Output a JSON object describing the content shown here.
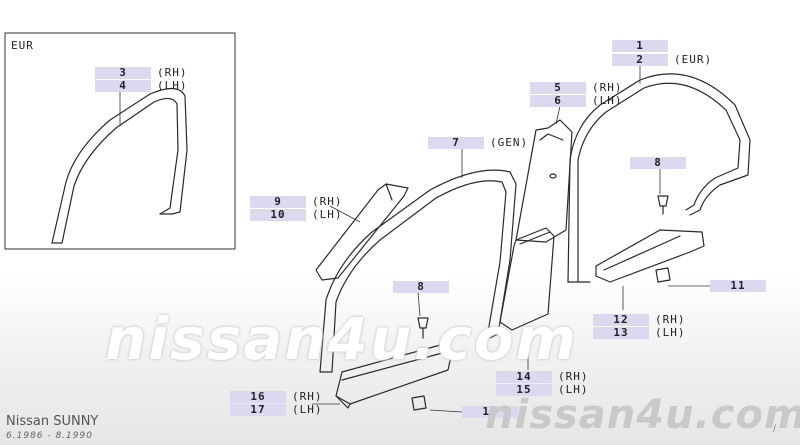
{
  "inset_label": "EUR",
  "callouts": [
    {
      "id": "c3",
      "num": "3",
      "side": "(RH)"
    },
    {
      "id": "c4",
      "num": "4",
      "side": "(LH)"
    },
    {
      "id": "c1",
      "num": "1",
      "side": ""
    },
    {
      "id": "c2",
      "num": "2",
      "side": "(EUR)"
    },
    {
      "id": "c5",
      "num": "5",
      "side": "(RH)"
    },
    {
      "id": "c6",
      "num": "6",
      "side": "(LH)"
    },
    {
      "id": "c7",
      "num": "7",
      "side": "(GEN)"
    },
    {
      "id": "c8a",
      "num": "8",
      "side": ""
    },
    {
      "id": "c9",
      "num": "9",
      "side": "(RH)"
    },
    {
      "id": "c10",
      "num": "10",
      "side": "(LH)"
    },
    {
      "id": "c8b",
      "num": "8",
      "side": ""
    },
    {
      "id": "c11a",
      "num": "11",
      "side": ""
    },
    {
      "id": "c12",
      "num": "12",
      "side": "(RH)"
    },
    {
      "id": "c13",
      "num": "13",
      "side": "(LH)"
    },
    {
      "id": "c14",
      "num": "14",
      "side": "(RH)"
    },
    {
      "id": "c15",
      "num": "15",
      "side": "(LH)"
    },
    {
      "id": "c16",
      "num": "16",
      "side": "(RH)"
    },
    {
      "id": "c17",
      "num": "17",
      "side": "(LH)"
    },
    {
      "id": "c11b",
      "num": "11",
      "side": ""
    }
  ],
  "watermark_main": "nissan4u.com",
  "watermark_corner": "nissan4u.com",
  "model_title": "Nissan SUNNY",
  "date_range": "6.1986 - 8.1990",
  "corner_mark": "/"
}
